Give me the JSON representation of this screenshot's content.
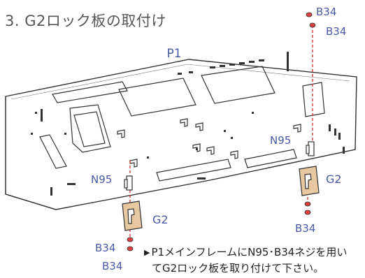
{
  "heading": "3. G2ロック板の取付け",
  "labels": {
    "plate": "P1",
    "screw": "B34",
    "nut": "N95",
    "lock_plate": "G2"
  },
  "note": {
    "marker": "▶",
    "line1": "P1メインフレームにN95･B34ネジを用い",
    "line2": "てG2ロック板を取り付けて下さい。"
  },
  "colors": {
    "label_blue": "#4a5aa8",
    "heading_gray": "#555555",
    "line_dark": "#333333",
    "guide_red": "#d0312d",
    "lock_plate_fill": "#e8c8a0",
    "screw_red": "#e04040"
  }
}
